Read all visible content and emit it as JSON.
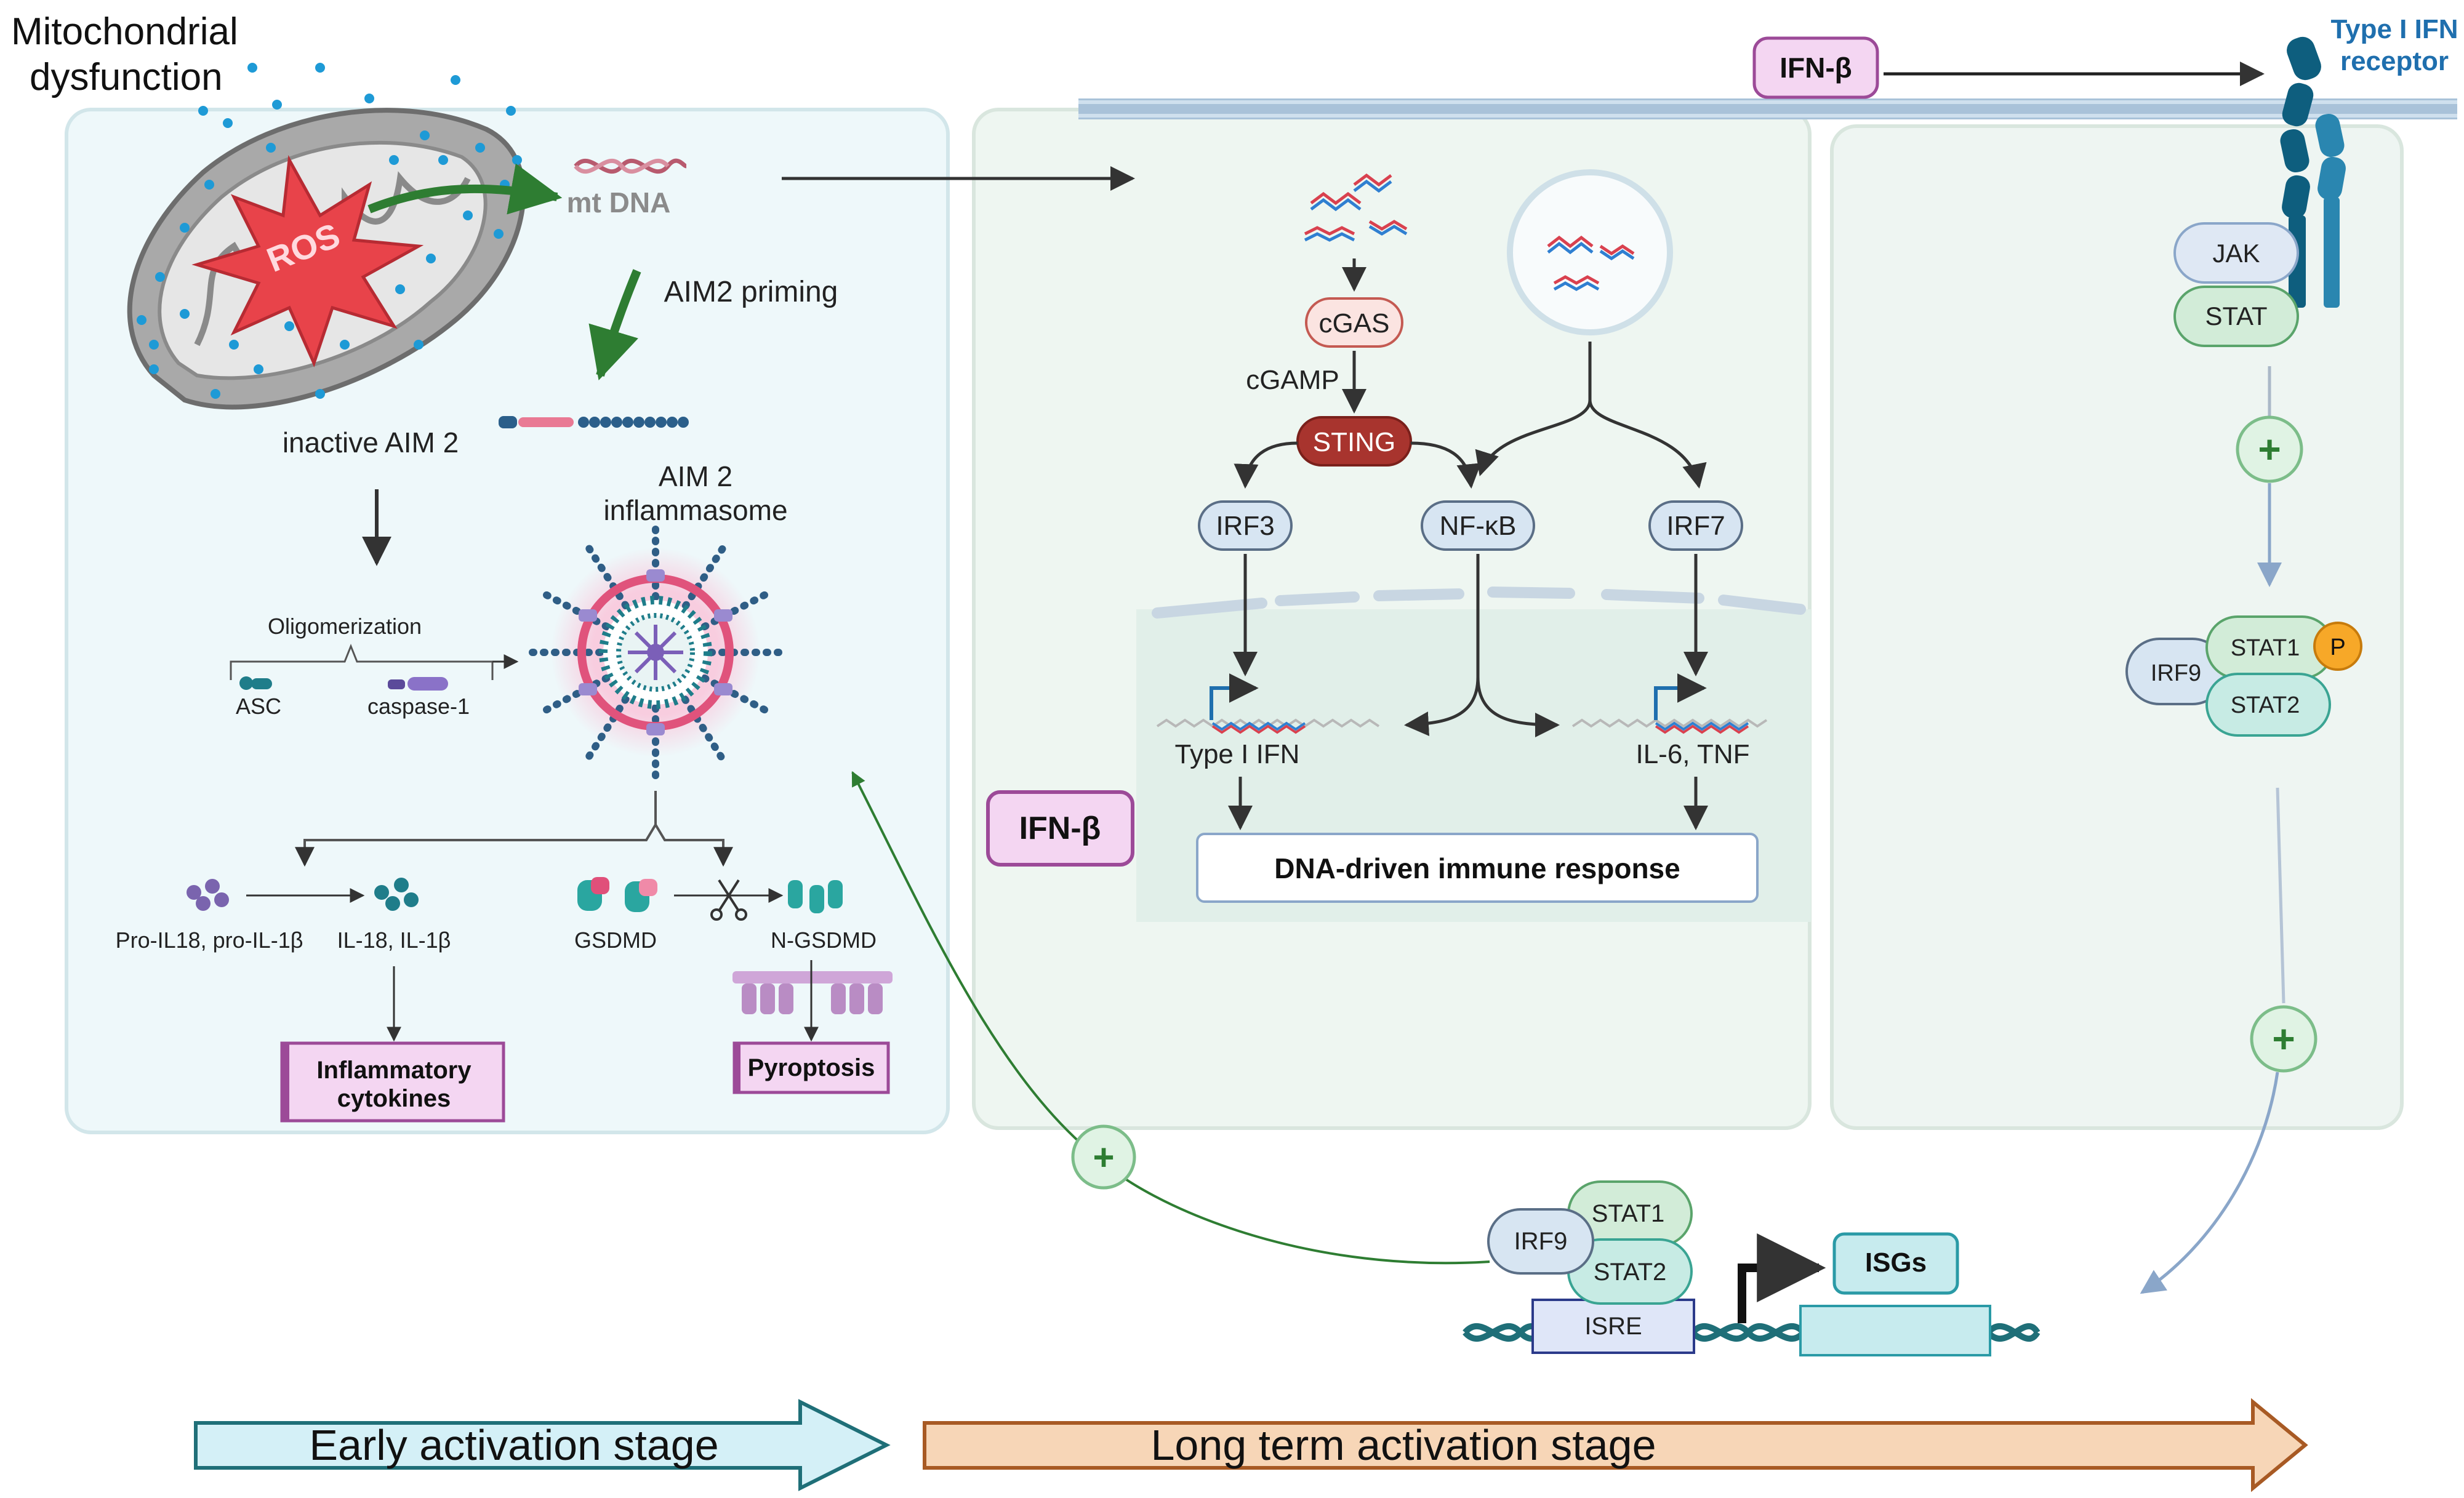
{
  "header": {
    "mito_title_line1": "Mitochondrial",
    "mito_title_line2": "dysfunction",
    "receptor_line1": "Type I IFN",
    "receptor_line2": "receptor",
    "ifnb_top": "IFN-β"
  },
  "early": {
    "ros": "ROS",
    "mtdna": "mt DNA",
    "aim2_priming": "AIM2 priming",
    "inactive_aim2": "inactive  AIM 2",
    "inflammasome_line1": "AIM 2",
    "inflammasome_line2": "inflammasome",
    "oligomerization": "Oligomerization",
    "asc": "ASC",
    "caspase": "caspase-1",
    "pro_il": "Pro-IL18, pro-IL-1β",
    "il": "IL-18, IL-1β",
    "gsdmd": "GSDMD",
    "n_gsdmd": "N-GSDMD",
    "cytokines_line1": "Inflammatory",
    "cytokines_line2": "cytokines",
    "pyroptosis": "Pyroptosis"
  },
  "middle": {
    "cgas": "cGAS",
    "cgamp": "cGAMP",
    "sting": "STING",
    "irf3": "IRF3",
    "nfkb": "NF-κB",
    "irf7": "IRF7",
    "type1ifn": "Type I IFN",
    "il6tnf": "IL-6, TNF",
    "dna_response": "DNA-driven immune response",
    "ifnb_side": "IFN-β"
  },
  "right": {
    "jak": "JAK",
    "stat": "STAT",
    "plus": "+",
    "stat1": "STAT1",
    "stat2": "STAT2",
    "irf9": "IRF9",
    "p": "P"
  },
  "bottom": {
    "irf9": "IRF9",
    "stat1": "STAT1",
    "stat2": "STAT2",
    "isre": "ISRE",
    "isgs": "ISGs",
    "plus": "+",
    "early_stage": "Early activation stage",
    "long_stage": "Long term activation stage"
  },
  "colors": {
    "arrow_green": "#2e7d32",
    "sting_red": "#a8342e",
    "pink_box": "#f4d6f2",
    "pink_border": "#9c4a98",
    "irf_blue": "#d7e5f2",
    "stat_green": "#d2ecd8",
    "stat_teal": "#c7ebe4",
    "receptor_blue": "#0e5e7e",
    "early_arrow_fill": "#d4f0f7",
    "late_arrow_fill": "#f7d6b7",
    "late_arrow_border": "#a85a24"
  }
}
